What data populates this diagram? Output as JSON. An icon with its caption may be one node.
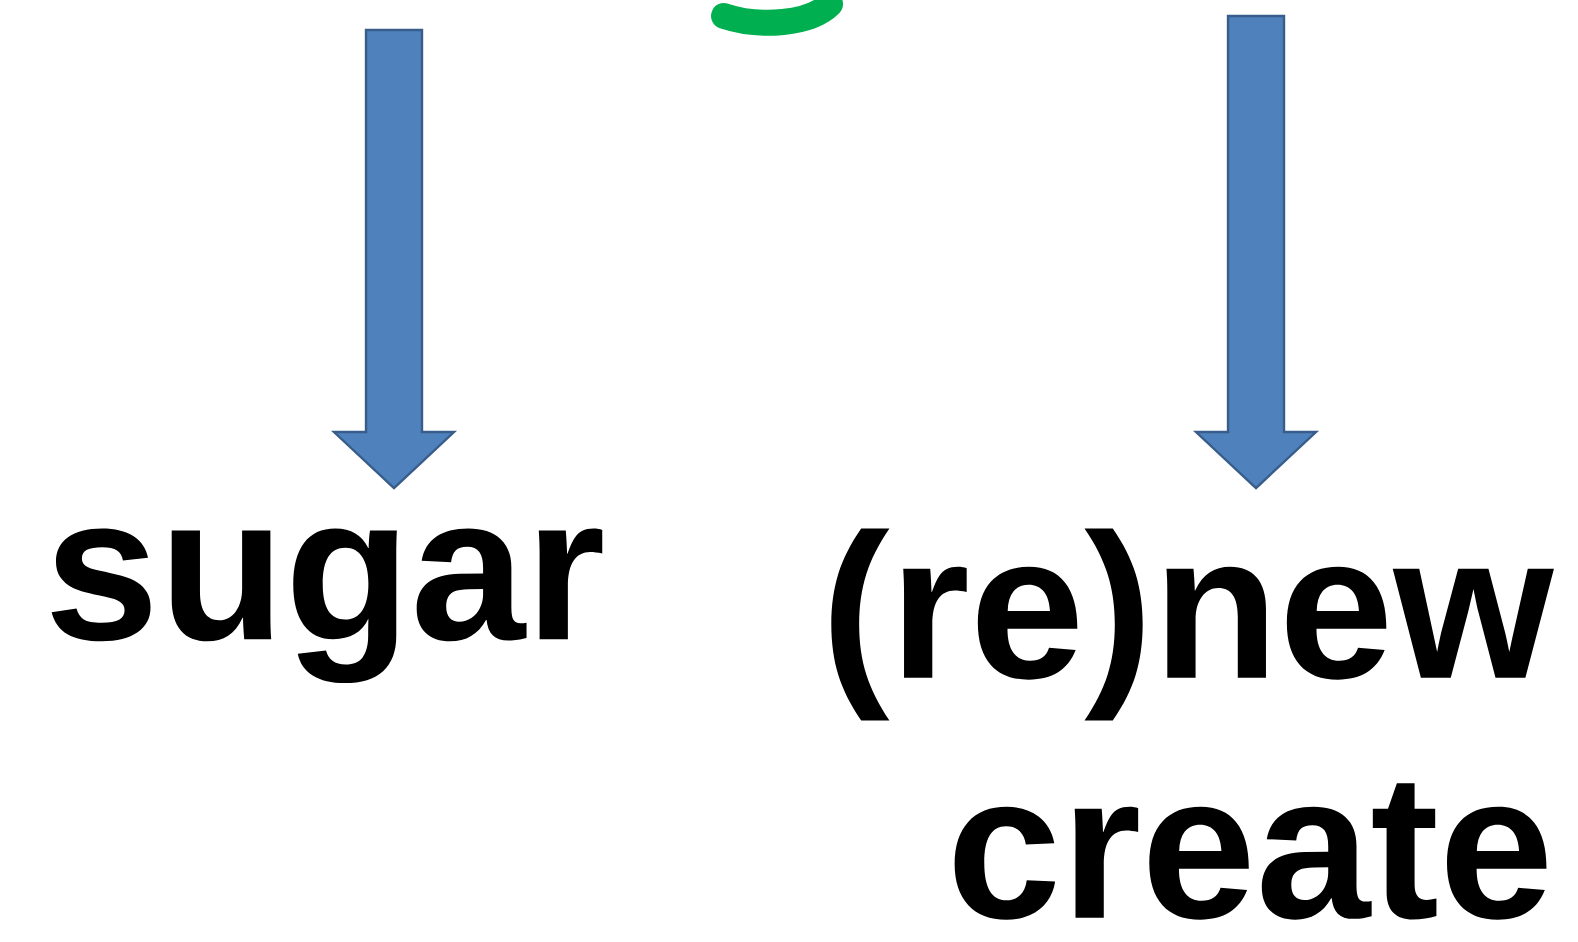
{
  "diagram": {
    "nodes": [
      {
        "text": [
          "sugar"
        ]
      },
      {
        "text": [
          "(re)new",
          "create"
        ]
      }
    ],
    "edges": [
      {
        "from": null,
        "to": 0,
        "arrow": "to"
      },
      {
        "from": null,
        "to": 1,
        "arrow": "to"
      }
    ]
  }
}
